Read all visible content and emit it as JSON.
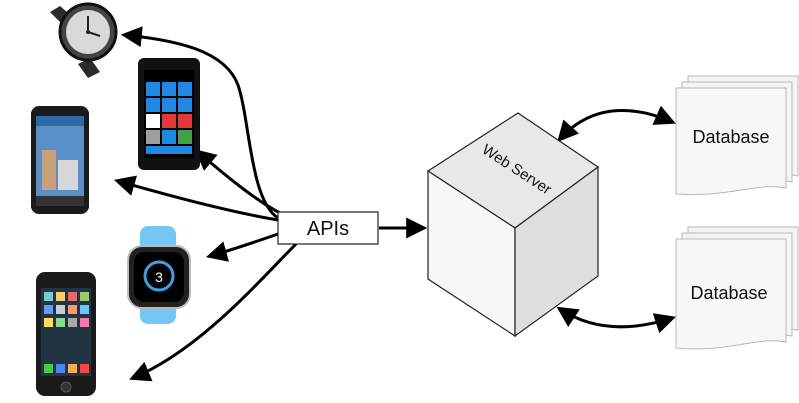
{
  "apis": {
    "label": "APIs"
  },
  "server": {
    "label": "Web Server"
  },
  "databases": [
    {
      "label": "Database"
    },
    {
      "label": "Database"
    }
  ],
  "devices": [
    {
      "kind": "smartwatch-round",
      "icon": "smartwatch-icon"
    },
    {
      "kind": "windows-phone",
      "icon": "windows-phone-icon"
    },
    {
      "kind": "android-phone",
      "icon": "android-phone-icon"
    },
    {
      "kind": "apple-watch",
      "icon": "apple-watch-icon",
      "screen_number": "3"
    },
    {
      "kind": "iphone",
      "icon": "iphone-icon"
    }
  ],
  "colors": {
    "arrow": "#000000",
    "cube_top": "#e6e6e6",
    "cube_front": "#f7f7f7",
    "cube_side": "#d9d9d9",
    "paper": "#f3f3f3",
    "watch_band_blue": "#74c7f2",
    "winphone_blue": "#1e88e5"
  }
}
